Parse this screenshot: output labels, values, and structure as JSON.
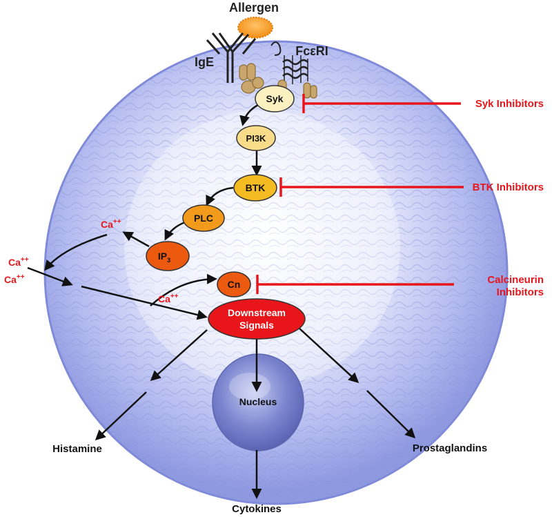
{
  "labels": {
    "allergen": "Allergen",
    "ige": "IgE",
    "fceri": "FcεRI",
    "nucleus": "Nucleus",
    "histamine": "Histamine",
    "prostaglandins": "Prostaglandins",
    "cytokines": "Cytokines"
  },
  "nodes": {
    "syk": "Syk",
    "pi3k": "PI3K",
    "btk": "BTK",
    "plc": "PLC",
    "ip3_base": "IP",
    "ip3_sub": "3",
    "cn": "Cn",
    "downstream_1": "Downstream",
    "downstream_2": "Signals"
  },
  "calcium": {
    "base": "Ca",
    "sup": "++"
  },
  "inhibitors": {
    "syk": "Syk Inhibitors",
    "btk": "BTK Inhibitors",
    "calcineurin_1": "Calcineurin",
    "calcineurin_2": "Inhibitors"
  },
  "colors": {
    "inhibitor": "#e8161b",
    "syk_fill": "#fbf0c0",
    "pi3k_fill": "#f8dc8a",
    "btk_fill": "#f5bb22",
    "plc_fill": "#f29a1c",
    "ip3_fill": "#ec5a10",
    "cn_fill": "#ec5a10",
    "downstream_fill": "#e8161b",
    "cell": "#aab3ee"
  }
}
